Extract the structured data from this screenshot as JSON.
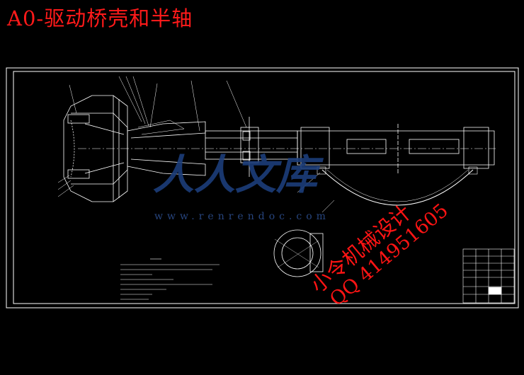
{
  "title": "A0-驱动桥壳和半轴",
  "watermark": {
    "logo_text": "人人文库",
    "url_text": "www.renrendoc.com"
  },
  "stamp": {
    "line1": "小令机械设计",
    "line2": "QQ 414951605"
  },
  "colors": {
    "title": "#ff1a1a",
    "stamp": "#ff1414",
    "frame": "#ffffff",
    "watermark": "#1c3e7a"
  }
}
